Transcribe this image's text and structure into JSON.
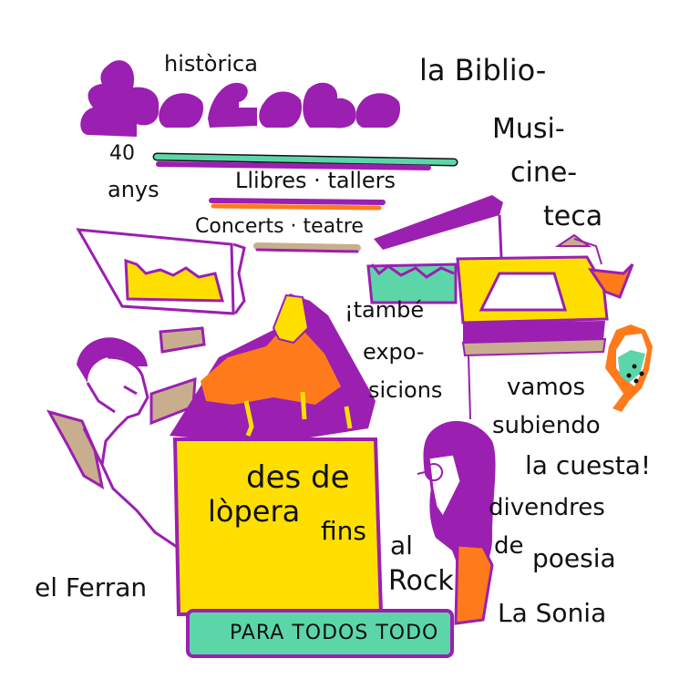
{
  "logo_text": "kafka",
  "texts": {
    "historic": "històrica",
    "anys_number": "40",
    "anys_word": "anys",
    "llibres_tallers": "Llibres · tallers",
    "concerts_teatre": "Concerts · teatre",
    "biblio": "la Biblio-",
    "musi": "Musi-",
    "cine": "cine-",
    "teca": "teca",
    "tambe": "¡també",
    "expo": "expo-",
    "sicions": "sicions",
    "vamos": "vamos",
    "subiendo": "subiendo",
    "la_cuesta": "la cuesta!",
    "divendres": "divendres",
    "de_poesia_de": "de",
    "de_poesia_poesia": "poesia",
    "la_sonia": "La Sonia",
    "ferran": "el Ferran",
    "des_de": "des de",
    "lopera": "lòpera",
    "fins": "fins",
    "al": "al",
    "rock": "Rock",
    "para_todos": "PARA TODOS TODO"
  },
  "colors": {
    "purple": "#9b1fb0",
    "yellow": "#ffdf00",
    "orange": "#ff7a1a",
    "teal": "#5cd6a8",
    "tan": "#c8ae8e",
    "ink": "#111111"
  }
}
